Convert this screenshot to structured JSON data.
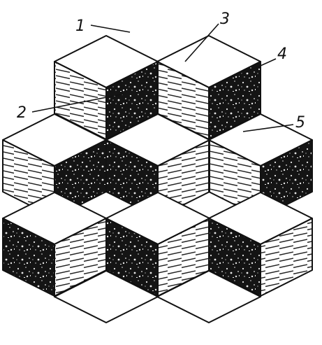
{
  "figure": {
    "callouts": [
      "1",
      "2",
      "3",
      "4",
      "5"
    ],
    "colors": {
      "ink": "#111111",
      "light_face": "#ffffff",
      "hatch_line": "#222222",
      "dark_face": "#141414",
      "speckle": "#e8e8e8"
    }
  }
}
